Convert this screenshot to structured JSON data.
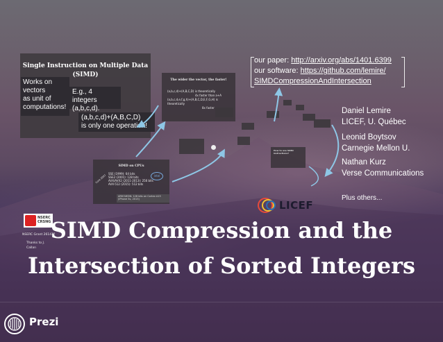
{
  "simd_panel": {
    "title_line1": "Single Instruction on Multiple Data",
    "title_line2": "(SIMD)",
    "works_l1": "Works on",
    "works_l2": "vectors",
    "works_l3": "as unit of",
    "works_l4": "computations!",
    "integers_l1": "E.g., 4 integers",
    "integers_l2": "(a,b,c,d).",
    "oneop_l1": "(a,b,c,d)+(A,B,C,D)",
    "oneop_l2": "is only one operation!"
  },
  "wider_panel": {
    "title": "The wider the vector, the faster!",
    "line1": "(a,b,c,d)+(A,B,C,D)   is theoretically",
    "line2": "4x faster than a+A",
    "line3": "(a,b,c,d,e,f,g,h)+(A,B,C,D,E,F,G,H) is theoretically",
    "line4": "8x faster"
  },
  "cpu_panel": {
    "title": "SIMD on CPUs",
    "side": "Core 2007",
    "l1": "SSE (1999): 64 bits",
    "l2": "SSE2 (2001): 128 bits",
    "l3": "AVX/AVX2 (2011-2013): 256 bits",
    "l4": "AVX-512 (2015): 512 bits",
    "arm_l1": "ARM NEON: 128 bits on Cortex A15",
    "arm_l2": "(iPhone 5s, 2013)",
    "intel": "intel"
  },
  "doc_box": {
    "title": "How to use SIMD instructions?"
  },
  "links": {
    "paper_label": "our paper: ",
    "paper_url": "http://arxiv.org/abs/1401.6399",
    "software_label": "our software: ",
    "software_url_l1": "https://github.com/lemire/",
    "software_url_l2": "SIMDCompressionAndIntersection"
  },
  "authors": [
    {
      "name": "Daniel Lemire",
      "affil": "LICEF, U. Québec"
    },
    {
      "name": "Leonid Boytsov",
      "affil": "Carnegie Mellon U."
    },
    {
      "name": "Nathan Kurz",
      "affil": "Verse Communications"
    }
  ],
  "others": "Plus others...",
  "licef_logo": "LICEF",
  "title_line1": "SIMD Compression and the",
  "title_line2": "Intersection of Sorted Integers",
  "nserc": {
    "line1": "NSERC",
    "line2": "CRSNG"
  },
  "grant": "NSERC Grant 26143?",
  "thanks_l1": "Thanks to J.",
  "thanks_l2": "Callan",
  "prezi": "Prezi",
  "colors": {
    "arrow": "#8ec7e6",
    "licef_ring": "#e84a3a",
    "licef_ring2": "#f2c230",
    "licef_ring3": "#2b6fb3"
  }
}
